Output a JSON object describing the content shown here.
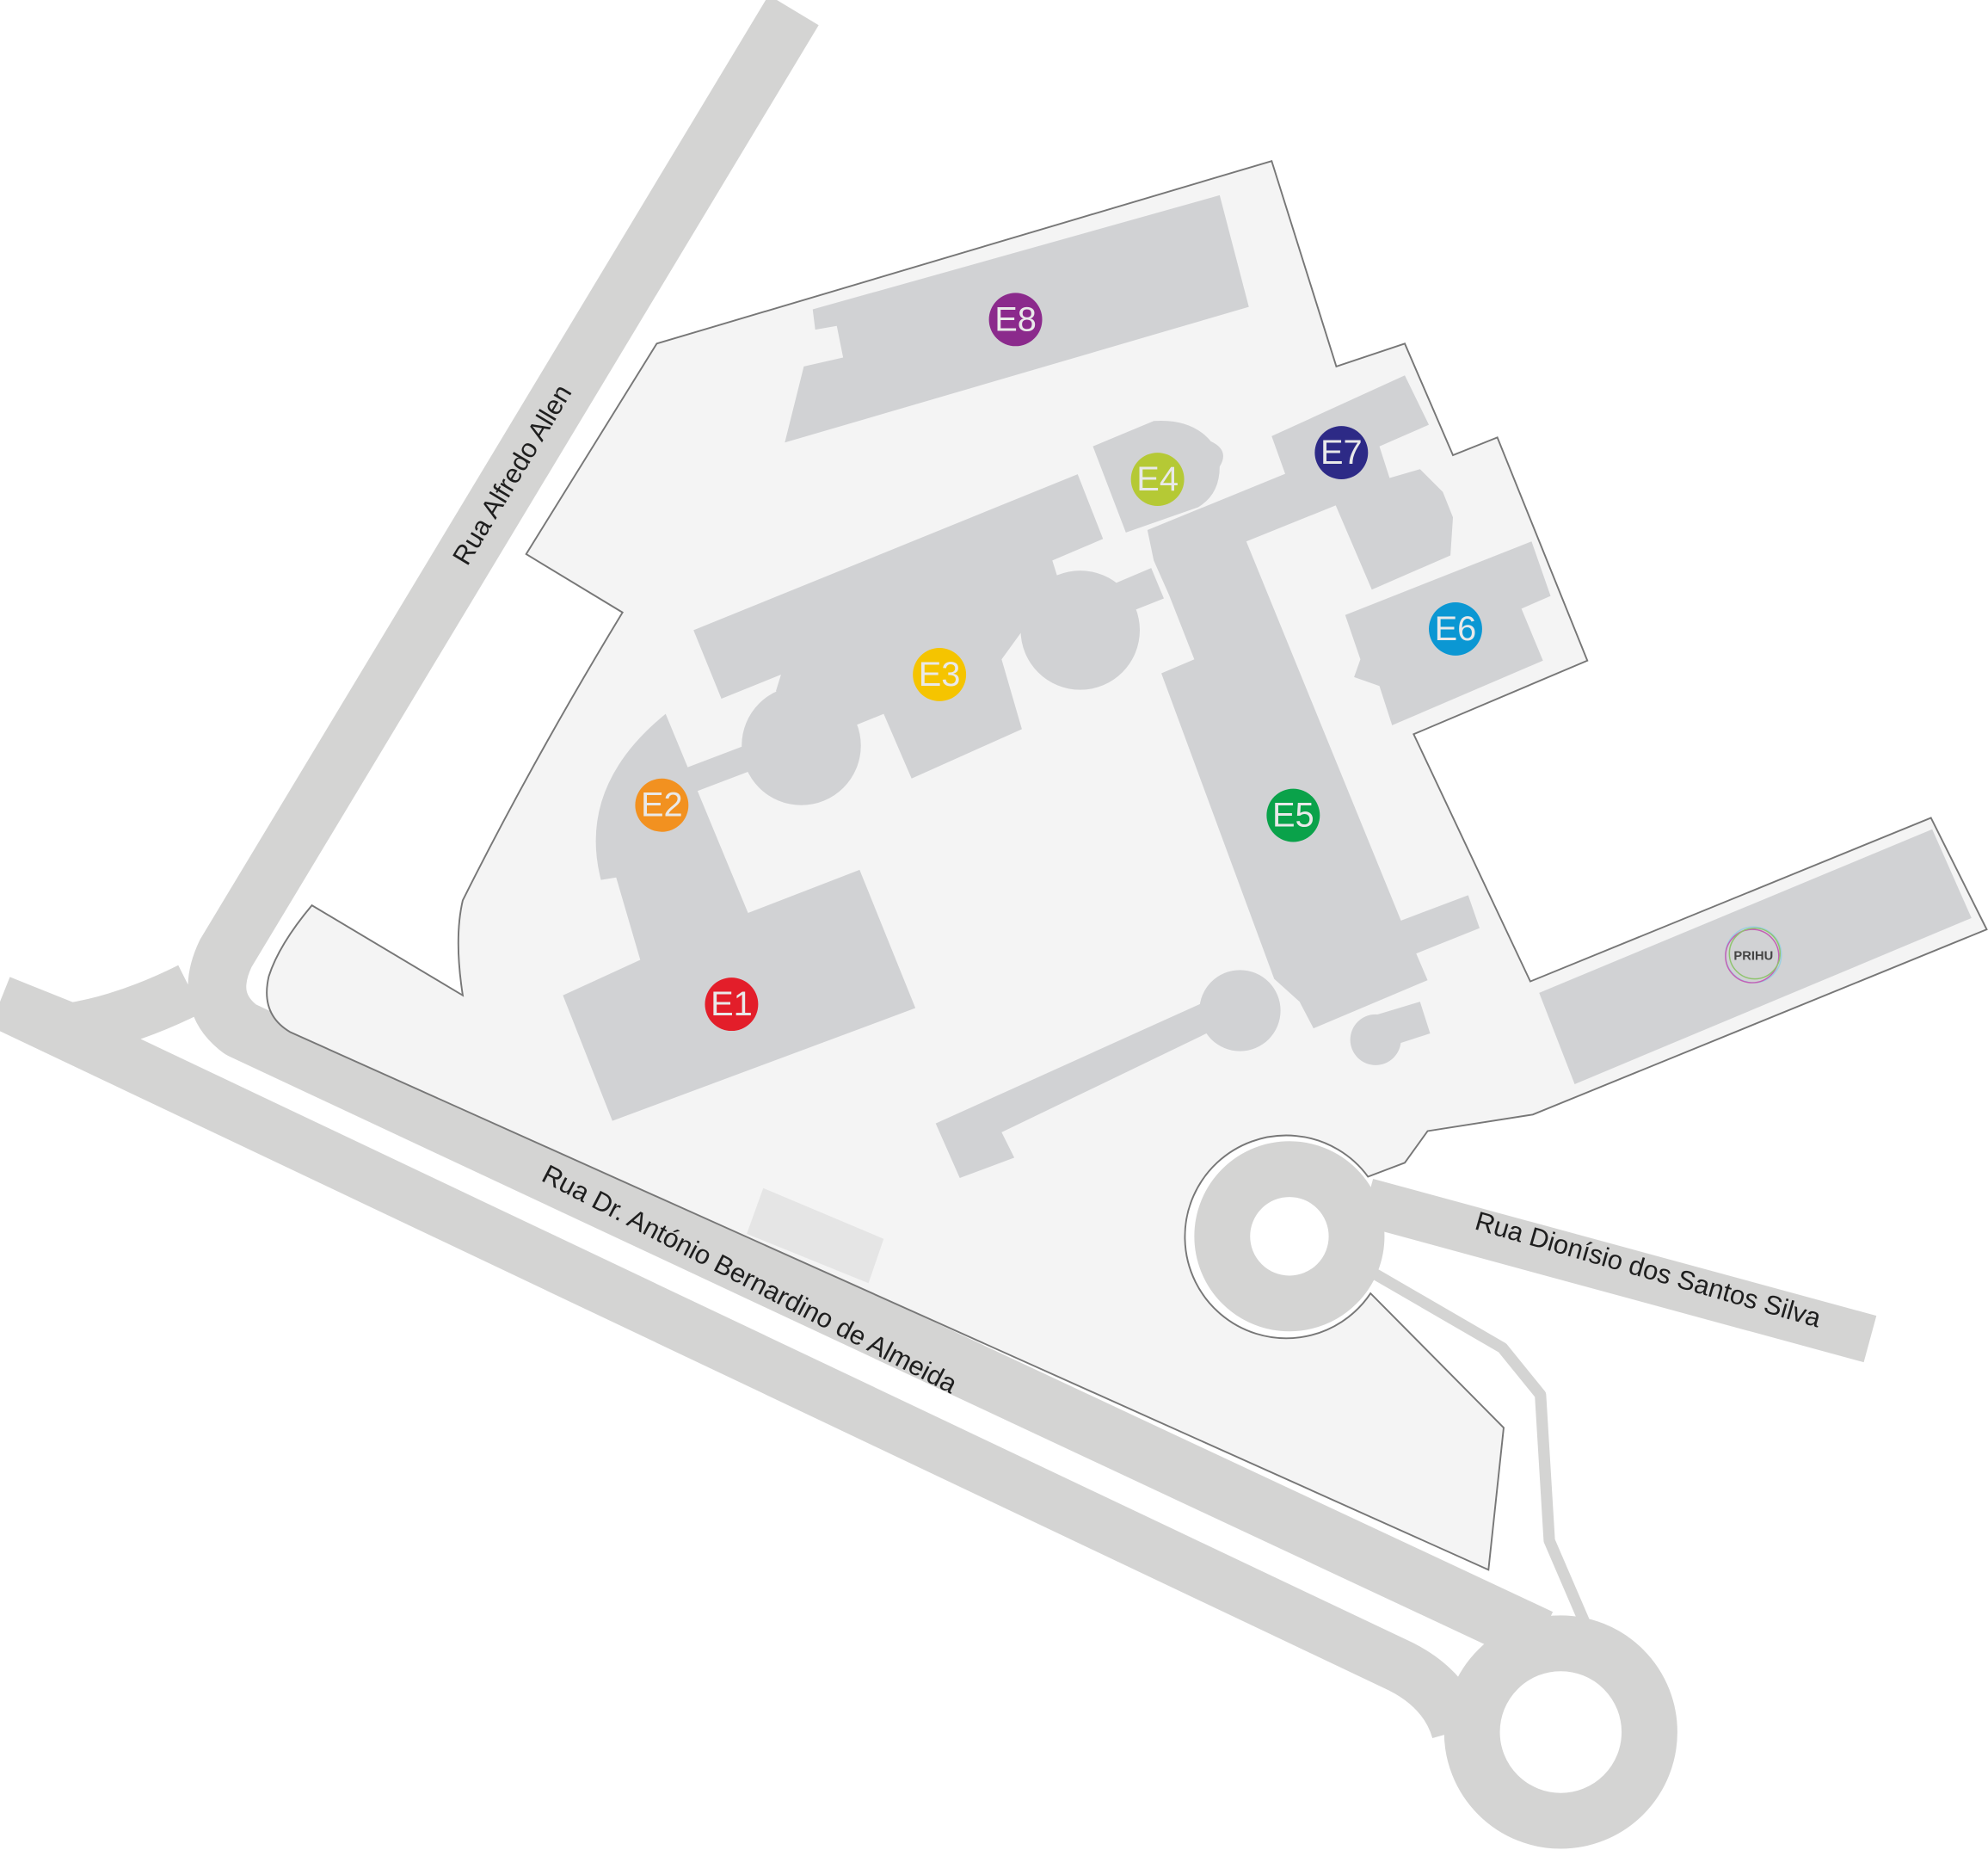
{
  "streets": {
    "alfredo_allen": "Rua Alfredo Allen",
    "antonio_bernardino": "Rua Dr. António Bernardino de Almeida",
    "dionisio": "Rua Dionísio dos Santos Silva"
  },
  "buildings": [
    {
      "label": "E1",
      "color": "#e31e2a"
    },
    {
      "label": "E2",
      "color": "#f29120"
    },
    {
      "label": "E3",
      "color": "#f5c400"
    },
    {
      "label": "E4",
      "color": "#b5c935"
    },
    {
      "label": "E5",
      "color": "#0aa24a"
    },
    {
      "label": "E6",
      "color": "#0b97d3"
    },
    {
      "label": "E7",
      "color": "#2d2a86"
    },
    {
      "label": "E8",
      "color": "#8b2a8c"
    }
  ],
  "logo": {
    "text": "PRIHU"
  },
  "colors": {
    "road": "#d4d4d3",
    "building": "#d1d2d4",
    "site": "#f4f4f4",
    "outline": "#777777"
  }
}
